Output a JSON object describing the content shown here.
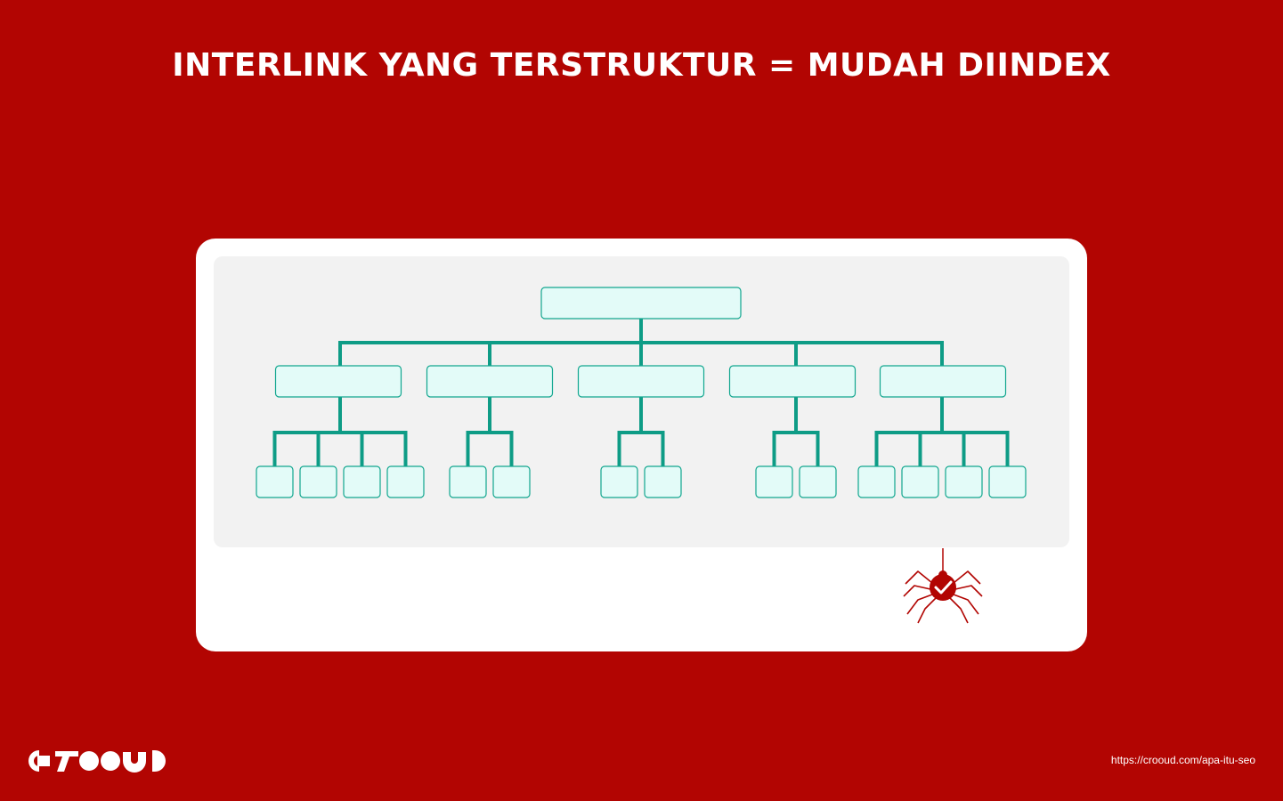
{
  "title": "INTERLINK YANG TERSTRUKTUR = MUDAH DIINDEX",
  "footer": {
    "logo_icon": "crooud-logo-icon",
    "url": "https://crooud.com/apa-itu-seo"
  },
  "diagram": {
    "type": "hierarchy-tree",
    "root_count": 1,
    "branch_children_counts": [
      4,
      2,
      2,
      2,
      4
    ],
    "crawler_icon": "spider-check-icon"
  },
  "colors": {
    "background": "#b20502",
    "card": "#ffffff",
    "panel": "#f2f2f2",
    "connector": "#0e9c86",
    "node_fill": "#e3fbf8",
    "node_stroke": "#12a68f",
    "spider": "#b20502"
  }
}
